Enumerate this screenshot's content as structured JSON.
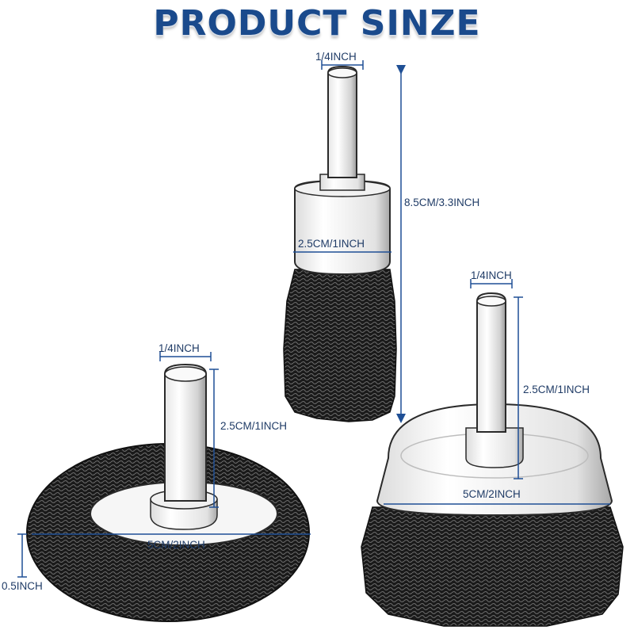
{
  "title": "PRODUCT SINZE",
  "colors": {
    "title": "#1a4a8c",
    "dimension_line": "#1f4f95",
    "wire": "#1b1b1b",
    "metal": "#f4f4f4",
    "outline": "#2a2a2a"
  },
  "products": [
    {
      "kind": "end-brush",
      "shank_label": "1/4INCH",
      "body_label": "2.5CM/1INCH",
      "length_label": "8.5CM/3.3INCH"
    },
    {
      "kind": "cup-brush",
      "shank_label": "1/4INCH",
      "height_label": "2.5CM/1INCH",
      "diameter_label": "5CM/2INCH"
    },
    {
      "kind": "wheel-brush",
      "shank_label": "1/4INCH",
      "height_label": "2.5CM/1INCH",
      "diameter_label": "5CM/2INCH",
      "thickness_label": "0.5INCH"
    }
  ]
}
